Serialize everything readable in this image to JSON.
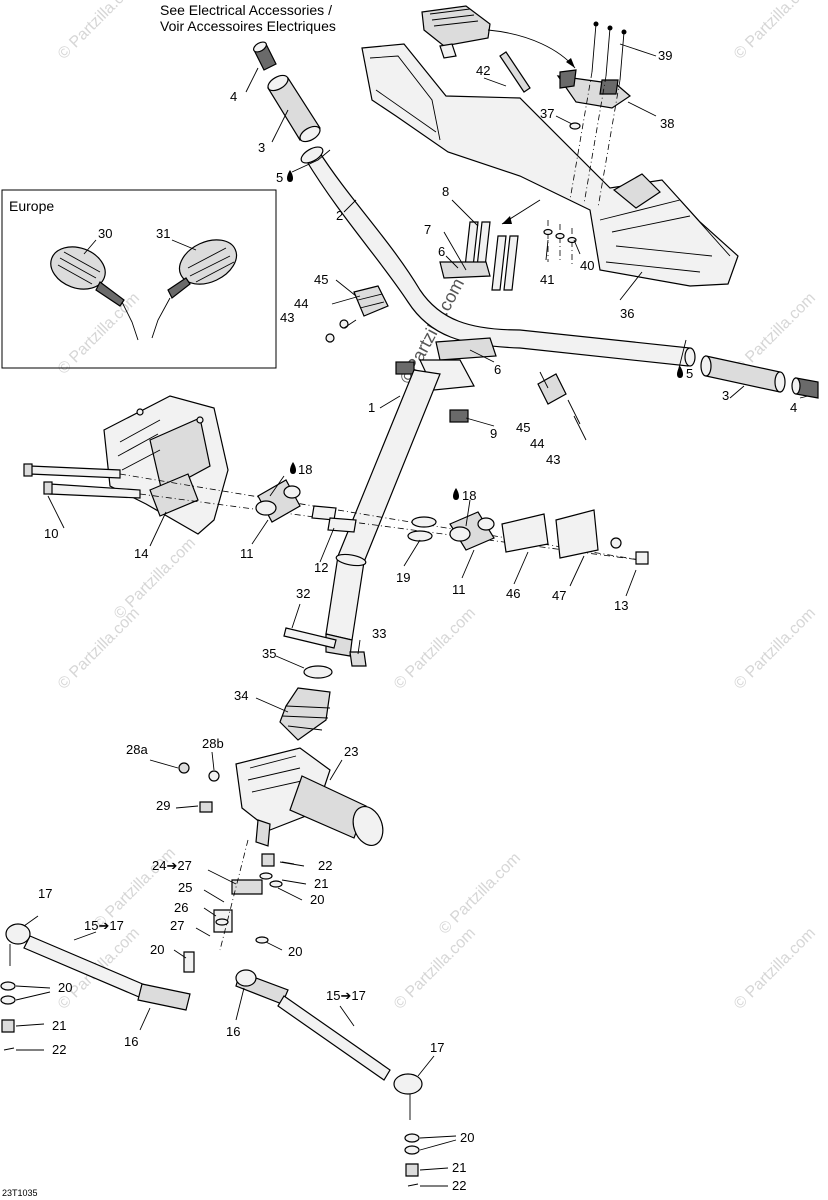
{
  "header": {
    "accessories_en": "See Electrical Accessories  /",
    "accessories_fr": "Voir Accessoires Electriques"
  },
  "inset": {
    "title": "Europe"
  },
  "watermark": {
    "text": "© Partzilla.com",
    "center_text": "©Partzilla.com"
  },
  "figure_code": "23T1035",
  "callouts": {
    "c1": "1",
    "c2": "2",
    "c3a": "3",
    "c3b": "3",
    "c4a": "4",
    "c4b": "4",
    "c5a": "5",
    "c5b": "5",
    "c6a": "6",
    "c6b": "6",
    "c7": "7",
    "c8": "8",
    "c9": "9",
    "c10": "10",
    "c11a": "11",
    "c11b": "11",
    "c12": "12",
    "c13": "13",
    "c14": "14",
    "c15a": "15➔17",
    "c15b": "15➔17",
    "c16a": "16",
    "c16b": "16",
    "c17a": "17",
    "c17b": "17",
    "c18a": "18",
    "c18b": "18",
    "c19": "19",
    "c20a": "20",
    "c20b": "20",
    "c20c": "20",
    "c20d": "20",
    "c20e": "20",
    "c21a": "21",
    "c21b": "21",
    "c21c": "21",
    "c22a": "22",
    "c22b": "22",
    "c22c": "22",
    "c23": "23",
    "c24": "24➔27",
    "c25": "25",
    "c26": "26",
    "c27": "27",
    "c28a": "28a",
    "c28b": "28b",
    "c29": "29",
    "c30": "30",
    "c31": "31",
    "c32": "32",
    "c33": "33",
    "c34": "34",
    "c35": "35",
    "c36": "36",
    "c37": "37",
    "c38": "38",
    "c39": "39",
    "c40": "40",
    "c41": "41",
    "c42": "42",
    "c43a": "43",
    "c43b": "43",
    "c44a": "44",
    "c44b": "44",
    "c45a": "45",
    "c45b": "45",
    "c46": "46",
    "c47": "47"
  }
}
